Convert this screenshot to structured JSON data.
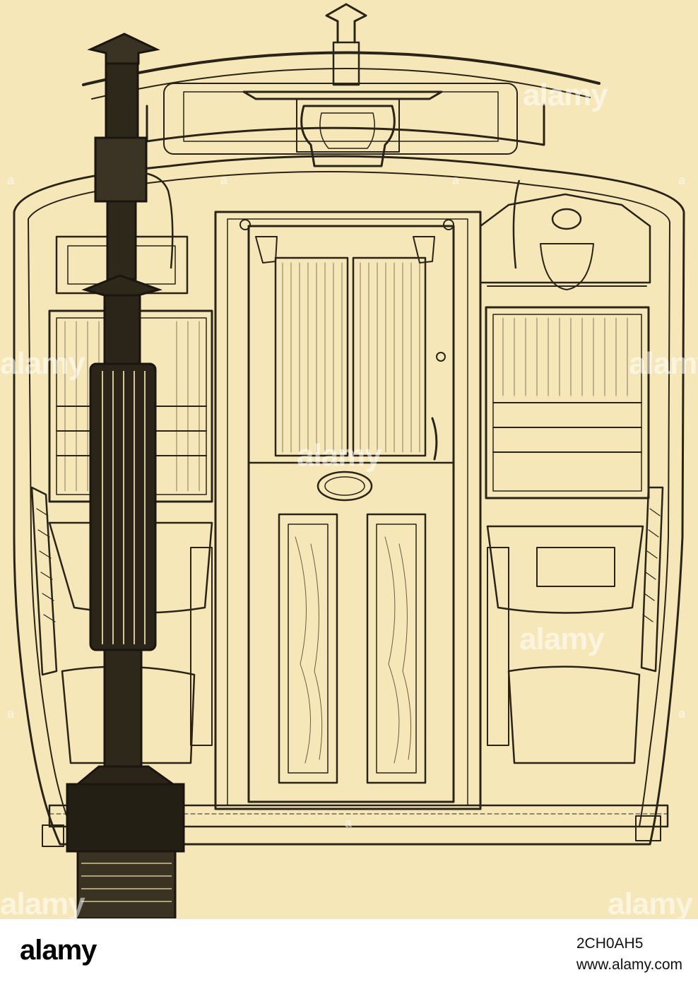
{
  "watermark": {
    "brand": "alamy",
    "image_id": "2CH0AH5",
    "site": "www.alamy.com",
    "tile_text": "alamy",
    "small_tile_text": "a"
  },
  "colors": {
    "paper": "#f5e7b7",
    "ink": "#2a2418",
    "footer_bg": "#ffffff",
    "footer_text": "#111111"
  },
  "illustration": {
    "subject": "railway-car-end-interior-engraving"
  }
}
